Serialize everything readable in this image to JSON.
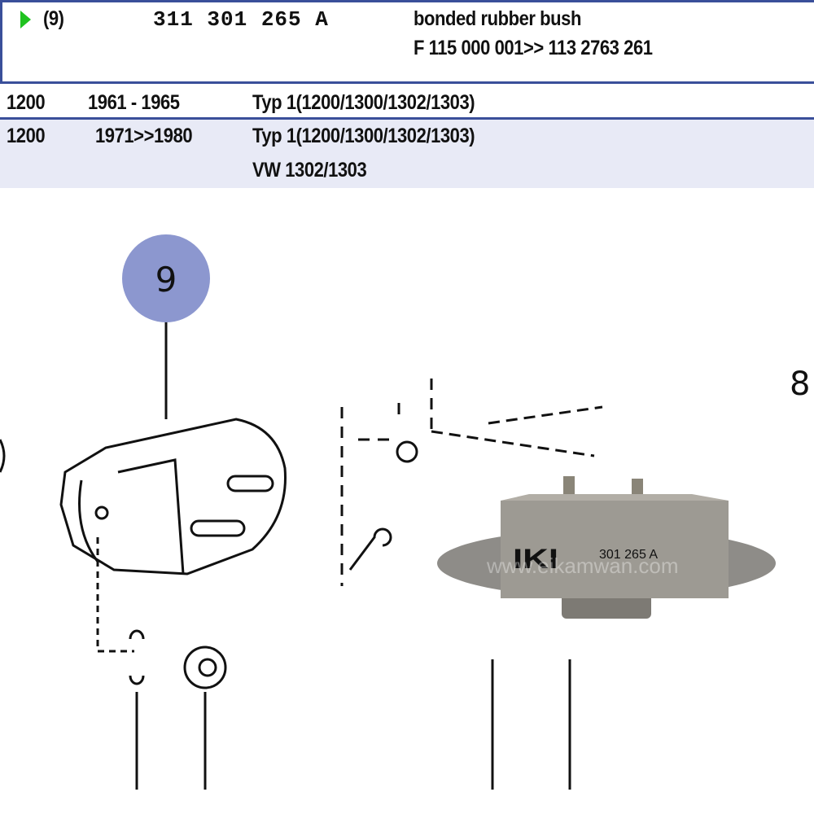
{
  "part": {
    "position": "(9)",
    "number": "311  301  265  A",
    "description": "bonded rubber bush",
    "chassis_range": "F 115  000 001>> 113 2763 261"
  },
  "applications": [
    {
      "model": "1200",
      "years": "1961 - 1965",
      "type": "Typ 1(1200/1300/1302/1303)",
      "note": ""
    },
    {
      "model": "1200",
      "years": "1971>>1980",
      "type": "Typ 1(1200/1300/1302/1303)",
      "note": "VW 1302/1303"
    }
  ],
  "diagram": {
    "callout": "9",
    "edge_label": "8",
    "photo_label": "301 265 A",
    "photo_brand": "IKI",
    "watermark": "www.eikamwan.com",
    "callout_color": "#8c97cf"
  }
}
